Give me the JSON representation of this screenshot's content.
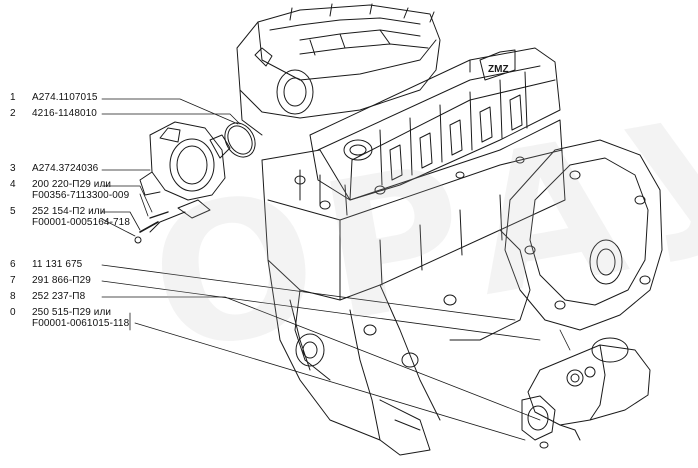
{
  "callouts": [
    {
      "num": "1",
      "parts": [
        "A274.1107015"
      ]
    },
    {
      "num": "2",
      "parts": [
        "4216-1148010"
      ]
    },
    {
      "num": "3",
      "parts": [
        "A274.3724036"
      ]
    },
    {
      "num": "4",
      "parts": [
        "200 220-П29 или",
        "F00356-7113300-009"
      ]
    },
    {
      "num": "5",
      "parts": [
        "252 154-П2 или",
        "F00001-0005164-718"
      ]
    },
    {
      "num": "6",
      "parts": [
        "11 131 675"
      ]
    },
    {
      "num": "7",
      "parts": [
        "291 866-П29"
      ]
    },
    {
      "num": "8",
      "parts": [
        "252 237-П8"
      ]
    },
    {
      "num": "0",
      "parts": [
        "250 515-П29 или",
        "F00001-0061015-118"
      ]
    }
  ],
  "watermark": "ОРАУ",
  "colors": {
    "line": "#1a1a1a",
    "background": "#ffffff",
    "watermark": "#c8c8c8"
  }
}
